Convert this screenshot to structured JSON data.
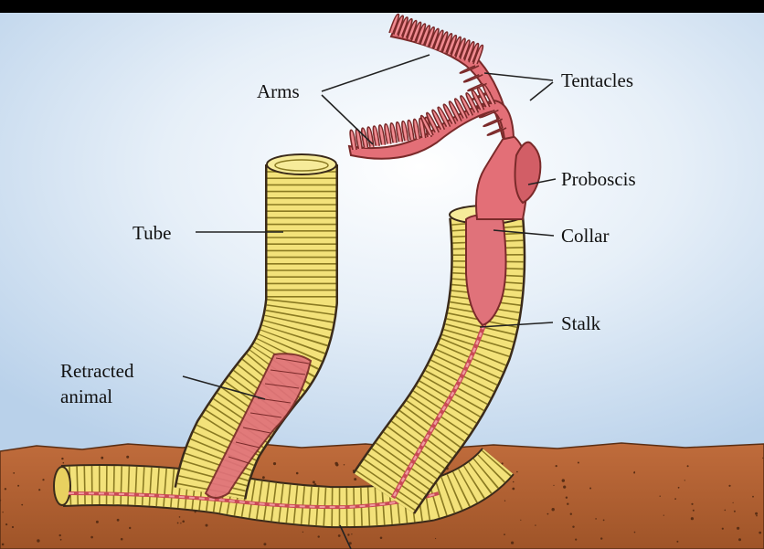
{
  "labels": {
    "arms": "Arms",
    "tentacles": "Tentacles",
    "proboscis": "Proboscis",
    "tube": "Tube",
    "collar": "Collar",
    "stalk": "Stalk",
    "retracted_line1": "Retracted",
    "retracted_line2": "animal"
  },
  "colors": {
    "sky": "#c9ddf0",
    "soil": "#b8663a",
    "tube_yellow": "#f3e27a",
    "tube_ring": "#8a7a22",
    "animal_pink": "#e0727a",
    "outline": "#3a2a1a"
  }
}
